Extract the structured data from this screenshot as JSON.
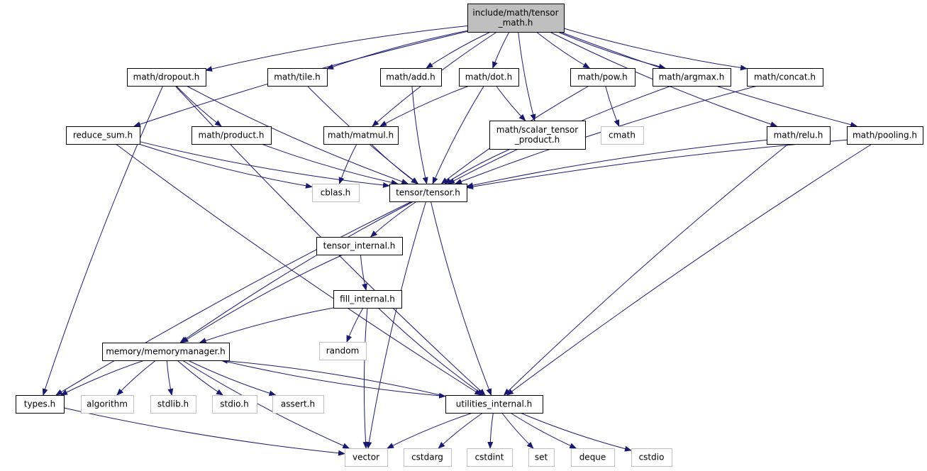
{
  "colors": {
    "edge": "#191970",
    "root_fill": "#bfbfbf",
    "external_border": "#bfbfbf",
    "border": "#000000"
  },
  "nodes": [
    {
      "id": "root",
      "lines": [
        "include/math/tensor",
        "_math.h"
      ],
      "kind": "root"
    },
    {
      "id": "dropout",
      "lines": [
        "math/dropout.h"
      ],
      "kind": "file"
    },
    {
      "id": "tile",
      "lines": [
        "math/tile.h"
      ],
      "kind": "file"
    },
    {
      "id": "add",
      "lines": [
        "math/add.h"
      ],
      "kind": "file"
    },
    {
      "id": "dot",
      "lines": [
        "math/dot.h"
      ],
      "kind": "file"
    },
    {
      "id": "pow",
      "lines": [
        "math/pow.h"
      ],
      "kind": "file"
    },
    {
      "id": "argmax",
      "lines": [
        "math/argmax.h"
      ],
      "kind": "file"
    },
    {
      "id": "concat",
      "lines": [
        "math/concat.h"
      ],
      "kind": "file"
    },
    {
      "id": "reduce_sum",
      "lines": [
        "reduce_sum.h"
      ],
      "kind": "file"
    },
    {
      "id": "product",
      "lines": [
        "math/product.h"
      ],
      "kind": "file"
    },
    {
      "id": "matmul",
      "lines": [
        "math/matmul.h"
      ],
      "kind": "file"
    },
    {
      "id": "scalar",
      "lines": [
        "math/scalar_tensor",
        "_product.h"
      ],
      "kind": "file"
    },
    {
      "id": "cmath",
      "lines": [
        "cmath"
      ],
      "kind": "ext"
    },
    {
      "id": "relu",
      "lines": [
        "math/relu.h"
      ],
      "kind": "file"
    },
    {
      "id": "pooling",
      "lines": [
        "math/pooling.h"
      ],
      "kind": "file"
    },
    {
      "id": "cblas",
      "lines": [
        "cblas.h"
      ],
      "kind": "ext"
    },
    {
      "id": "tensor",
      "lines": [
        "tensor/tensor.h"
      ],
      "kind": "file"
    },
    {
      "id": "tensor_internal",
      "lines": [
        "tensor_internal.h"
      ],
      "kind": "file"
    },
    {
      "id": "fill_internal",
      "lines": [
        "fill_internal.h"
      ],
      "kind": "file"
    },
    {
      "id": "random",
      "lines": [
        "random"
      ],
      "kind": "ext"
    },
    {
      "id": "memorymanager",
      "lines": [
        "memory/memorymanager.h"
      ],
      "kind": "file"
    },
    {
      "id": "types",
      "lines": [
        "types.h"
      ],
      "kind": "file"
    },
    {
      "id": "algorithm",
      "lines": [
        "algorithm"
      ],
      "kind": "ext"
    },
    {
      "id": "stdlib",
      "lines": [
        "stdlib.h"
      ],
      "kind": "ext"
    },
    {
      "id": "stdio",
      "lines": [
        "stdio.h"
      ],
      "kind": "ext"
    },
    {
      "id": "assert",
      "lines": [
        "assert.h"
      ],
      "kind": "ext"
    },
    {
      "id": "utilities",
      "lines": [
        "utilities_internal.h"
      ],
      "kind": "file"
    },
    {
      "id": "vector",
      "lines": [
        "vector"
      ],
      "kind": "ext"
    },
    {
      "id": "cstdarg",
      "lines": [
        "cstdarg"
      ],
      "kind": "ext"
    },
    {
      "id": "cstdint",
      "lines": [
        "cstdint"
      ],
      "kind": "ext"
    },
    {
      "id": "set",
      "lines": [
        "set"
      ],
      "kind": "ext"
    },
    {
      "id": "deque",
      "lines": [
        "deque"
      ],
      "kind": "ext"
    },
    {
      "id": "cstdio",
      "lines": [
        "cstdio"
      ],
      "kind": "ext"
    }
  ],
  "edges": [
    [
      "root",
      "dropout"
    ],
    [
      "root",
      "tile"
    ],
    [
      "root",
      "add"
    ],
    [
      "root",
      "dot"
    ],
    [
      "root",
      "pow"
    ],
    [
      "root",
      "argmax"
    ],
    [
      "root",
      "concat"
    ],
    [
      "root",
      "reduce_sum"
    ],
    [
      "root",
      "matmul"
    ],
    [
      "root",
      "scalar"
    ],
    [
      "root",
      "relu"
    ],
    [
      "root",
      "pooling"
    ],
    [
      "dropout",
      "product"
    ],
    [
      "dropout",
      "tensor"
    ],
    [
      "dropout",
      "types"
    ],
    [
      "dropout",
      "utilities"
    ],
    [
      "tile",
      "tensor"
    ],
    [
      "add",
      "tensor"
    ],
    [
      "dot",
      "matmul"
    ],
    [
      "dot",
      "scalar"
    ],
    [
      "dot",
      "tensor"
    ],
    [
      "pow",
      "cmath"
    ],
    [
      "pow",
      "tensor"
    ],
    [
      "argmax",
      "tensor"
    ],
    [
      "concat",
      "tensor"
    ],
    [
      "reduce_sum",
      "cblas"
    ],
    [
      "reduce_sum",
      "tensor"
    ],
    [
      "reduce_sum",
      "utilities"
    ],
    [
      "product",
      "tensor"
    ],
    [
      "matmul",
      "cblas"
    ],
    [
      "matmul",
      "tensor"
    ],
    [
      "scalar",
      "tensor"
    ],
    [
      "relu",
      "tensor"
    ],
    [
      "relu",
      "utilities"
    ],
    [
      "pooling",
      "tensor"
    ],
    [
      "pooling",
      "utilities"
    ],
    [
      "tensor",
      "tensor_internal"
    ],
    [
      "tensor",
      "memorymanager"
    ],
    [
      "tensor",
      "types"
    ],
    [
      "tensor",
      "utilities"
    ],
    [
      "tensor",
      "vector"
    ],
    [
      "tensor_internal",
      "fill_internal"
    ],
    [
      "tensor_internal",
      "memorymanager"
    ],
    [
      "fill_internal",
      "memorymanager"
    ],
    [
      "fill_internal",
      "random"
    ],
    [
      "fill_internal",
      "utilities"
    ],
    [
      "fill_internal",
      "vector"
    ],
    [
      "memorymanager",
      "types"
    ],
    [
      "memorymanager",
      "algorithm"
    ],
    [
      "memorymanager",
      "stdlib"
    ],
    [
      "memorymanager",
      "stdio"
    ],
    [
      "memorymanager",
      "assert"
    ],
    [
      "memorymanager",
      "utilities"
    ],
    [
      "memorymanager",
      "vector"
    ],
    [
      "types",
      "vector"
    ],
    [
      "utilities",
      "vector"
    ],
    [
      "utilities",
      "cstdarg"
    ],
    [
      "utilities",
      "cstdint"
    ],
    [
      "utilities",
      "set"
    ],
    [
      "utilities",
      "deque"
    ],
    [
      "utilities",
      "cstdio"
    ],
    [
      "utilities",
      "memorymanager"
    ]
  ]
}
